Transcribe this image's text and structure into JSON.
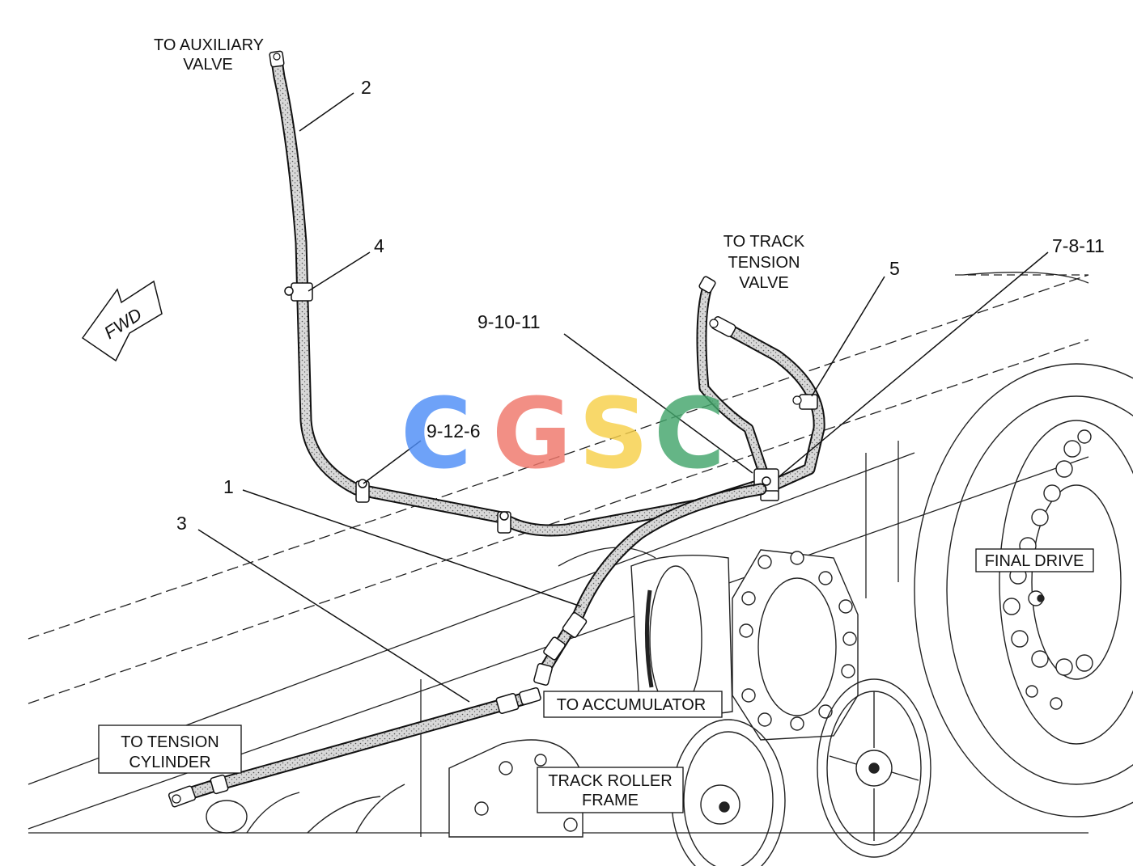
{
  "watermark": {
    "letters": [
      {
        "char": "C",
        "color": "#4f8ef7"
      },
      {
        "char": "G",
        "color": "#f0776b"
      },
      {
        "char": "S",
        "color": "#f7d04a"
      },
      {
        "char": "C",
        "color": "#44a66c"
      }
    ]
  },
  "orientation": {
    "label": "FWD"
  },
  "destinations": {
    "aux_valve_1": "TO AUXILIARY",
    "aux_valve_2": "VALVE",
    "track_tension_1": "TO TRACK",
    "track_tension_2": "TENSION",
    "track_tension_3": "VALVE"
  },
  "callouts": {
    "c1": "1",
    "c2": "2",
    "c3": "3",
    "c4": "4",
    "c5": "5",
    "c_9_12_6": "9-12-6",
    "c_9_10_11": "9-10-11",
    "c_7_8_11": "7-8-11"
  },
  "boxed_labels": {
    "final_drive": "FINAL DRIVE",
    "to_accumulator": "TO ACCUMULATOR",
    "tension_cylinder_1": "TO TENSION",
    "tension_cylinder_2": "CYLINDER",
    "track_roller_1": "TRACK ROLLER",
    "track_roller_2": "FRAME"
  },
  "colors": {
    "line": "#111111",
    "hose_fill": "#c9c9c9",
    "background": "#ffffff"
  }
}
